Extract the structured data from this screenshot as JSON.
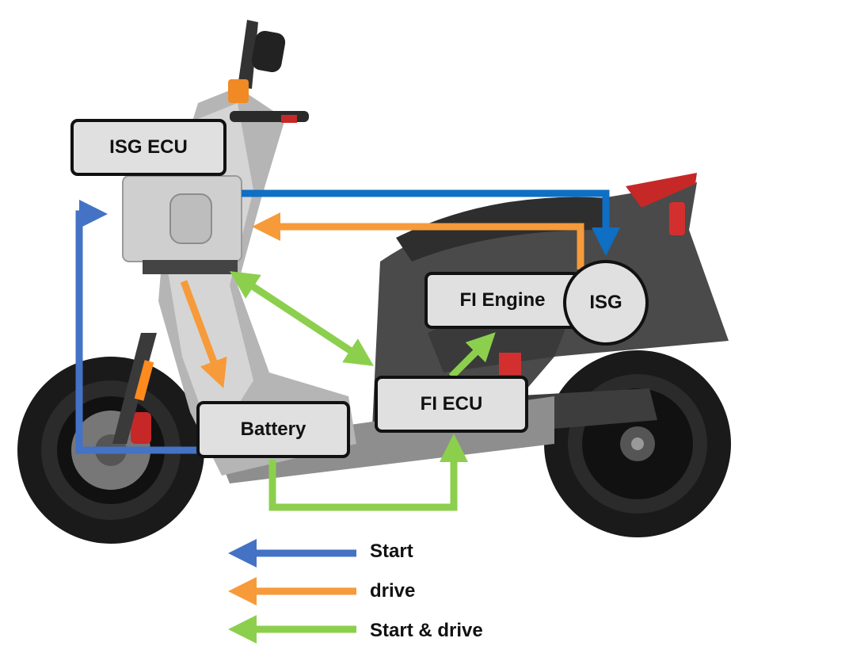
{
  "nodes": {
    "isg_ecu": "ISG ECU",
    "fi_engine": "FI Engine",
    "isg": "ISG",
    "fi_ecu": "FI ECU",
    "battery": "Battery"
  },
  "legend": [
    {
      "label": "Start",
      "color": "#4472c4"
    },
    {
      "label": "drive",
      "color": "#f79a3a"
    },
    {
      "label": "Start & drive",
      "color": "#8ccf4d"
    }
  ],
  "colors": {
    "start_arrow": "#0e6fc4",
    "start_arrow_battery": "#4472c4",
    "drive_arrow": "#f79a3a",
    "start_drive_arrow": "#8ccf4d",
    "node_fill": "#e0e0e0",
    "node_border": "#111111"
  },
  "illustration": "scooter-illustration"
}
